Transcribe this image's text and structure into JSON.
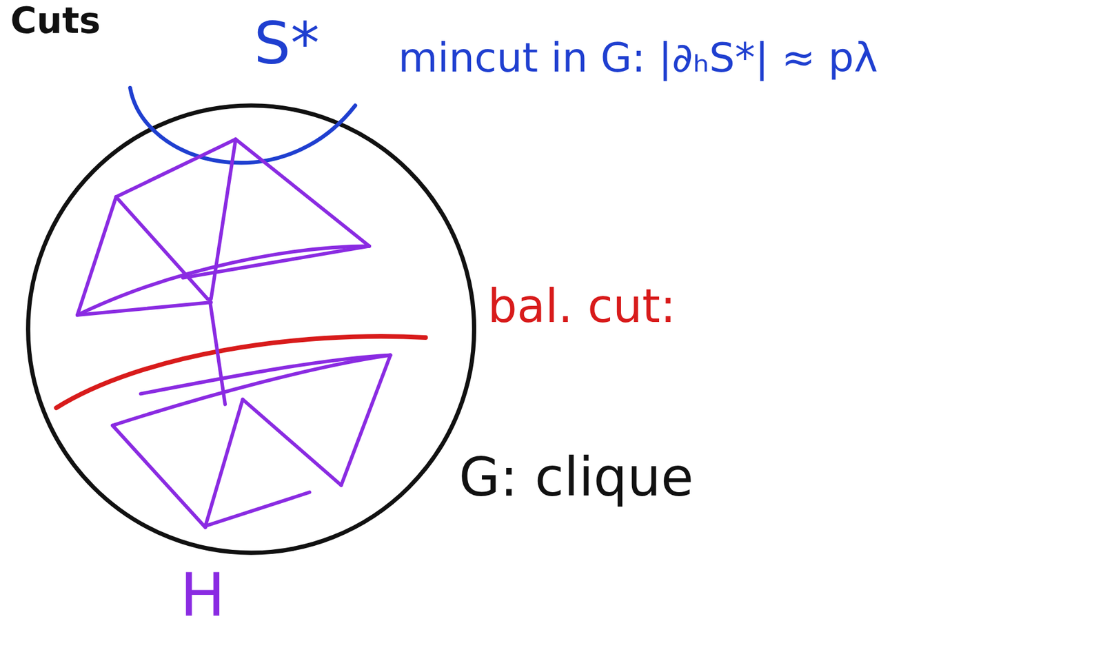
{
  "diagram": {
    "title": "Cuts",
    "labels": [
      "S*",
      "mincut in G: |∂ₕS*| ≈ pλ",
      "bal. cut:",
      "G: clique",
      "H"
    ]
  }
}
